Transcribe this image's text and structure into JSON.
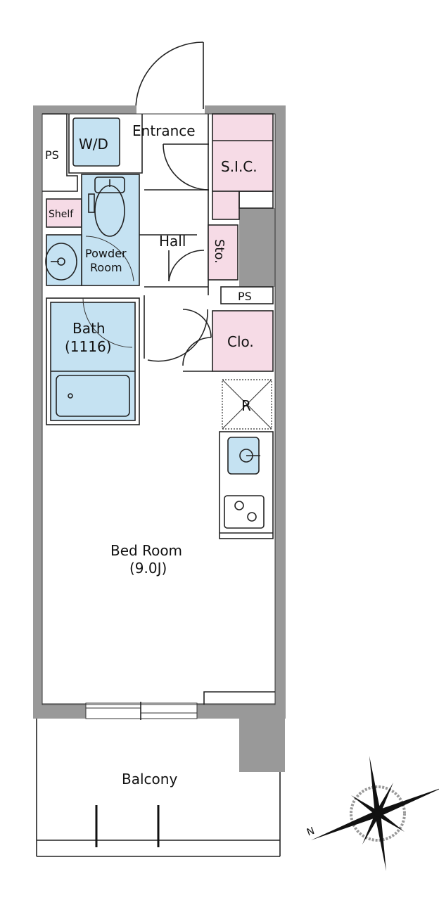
{
  "title": "Floor plan 1K",
  "colors": {
    "wall": "#999999",
    "wet_area": "#c5e2f2",
    "storage": "#f6dbe6",
    "line": "#222222"
  },
  "rooms": {
    "entrance": "Entrance",
    "wd": "W/D",
    "ps_top": "PS",
    "sic": "S.I.C.",
    "shelf": "Shelf",
    "hall": "Hall",
    "powder_room_1": "Powder",
    "powder_room_2": "Room",
    "sto": "Sto.",
    "ps_right": "PS",
    "bath_1": "Bath",
    "bath_2": "(1116)",
    "clo": "Clo.",
    "fridge": "R",
    "bedroom_1": "Bed Room",
    "bedroom_2": "(9.0J)",
    "balcony": "Balcony"
  },
  "compass": {
    "north_label": "N",
    "icon": "compass-rose-icon"
  }
}
